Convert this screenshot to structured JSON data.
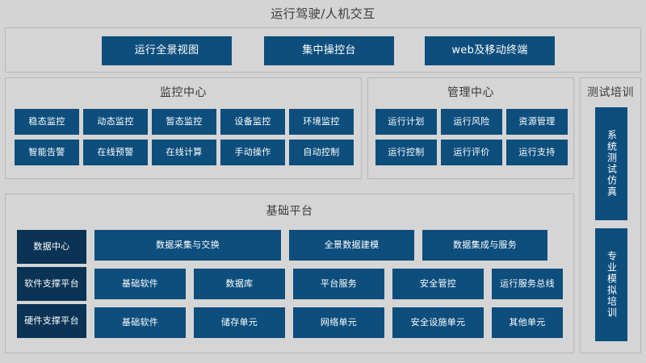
{
  "diagram": {
    "title": "运行驾驶/人机交互",
    "top_row": {
      "items": [
        {
          "label": "运行全景视图"
        },
        {
          "label": "集中操控台"
        },
        {
          "label": "web及移动终端"
        }
      ]
    },
    "monitor_center": {
      "title": "监控中心",
      "rows": [
        [
          {
            "label": "稳态监控"
          },
          {
            "label": "动态监控"
          },
          {
            "label": "暂态监控"
          },
          {
            "label": "设备监控"
          },
          {
            "label": "环境监控"
          }
        ],
        [
          {
            "label": "智能告警"
          },
          {
            "label": "在线预警"
          },
          {
            "label": "在线计算"
          },
          {
            "label": "手动操作"
          },
          {
            "label": "自动控制"
          }
        ]
      ]
    },
    "management_center": {
      "title": "管理中心",
      "rows": [
        [
          {
            "label": "运行计划"
          },
          {
            "label": "运行风险"
          },
          {
            "label": "资源管理"
          }
        ],
        [
          {
            "label": "运行控制"
          },
          {
            "label": "运行评价"
          },
          {
            "label": "运行支持"
          }
        ]
      ]
    },
    "test_training": {
      "title": "测试培训",
      "items": [
        {
          "label": "系统测试仿真"
        },
        {
          "label": "专业模拟培训"
        }
      ]
    },
    "base_platform": {
      "title": "基础平台",
      "rows": [
        {
          "side_label": "数据中心",
          "items": [
            {
              "label": "数据采集与交换"
            },
            {
              "label": "全景数据建模"
            },
            {
              "label": "数据集成与服务"
            }
          ]
        },
        {
          "side_label": "软件支撑平台",
          "items": [
            {
              "label": "基础软件"
            },
            {
              "label": "数据库"
            },
            {
              "label": "平台服务"
            },
            {
              "label": "安全管控"
            },
            {
              "label": "运行服务总线"
            }
          ]
        },
        {
          "side_label": "硬件支撑平台",
          "items": [
            {
              "label": "基础软件"
            },
            {
              "label": "储存单元"
            },
            {
              "label": "网络单元"
            },
            {
              "label": "安全设施单元"
            },
            {
              "label": "其他单元"
            }
          ]
        }
      ]
    },
    "colors": {
      "box_blue": "#0d4e7d",
      "box_dark_navy": "#0a3355",
      "panel_gray": "#d5d5d5",
      "panel_border": "#b7b7b7",
      "background": "#d4d4d4",
      "text_light": "#ffffff",
      "text_dark": "#3a3a3a"
    }
  }
}
